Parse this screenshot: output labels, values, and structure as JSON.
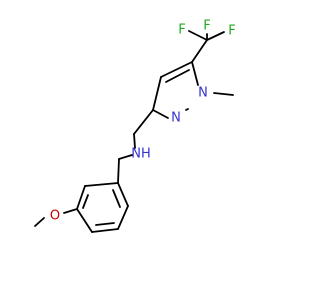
{
  "colors": {
    "bond": "#000000",
    "carbon": "#000000",
    "nitrogen": "#3333cc",
    "oxygen": "#cc0000",
    "fluorine": "#22aa22"
  },
  "atoms": {
    "f_top": {
      "label": "F",
      "element": "fluorine"
    },
    "f_left": {
      "label": "F",
      "element": "fluorine"
    },
    "f_right": {
      "label": "F",
      "element": "fluorine"
    },
    "n_methyl": {
      "label": "N",
      "element": "nitrogen"
    },
    "n_ring": {
      "label": "N",
      "element": "nitrogen"
    },
    "nh": {
      "label": "NH",
      "element": "nitrogen"
    },
    "o_methoxy": {
      "label": "O",
      "element": "oxygen"
    }
  }
}
